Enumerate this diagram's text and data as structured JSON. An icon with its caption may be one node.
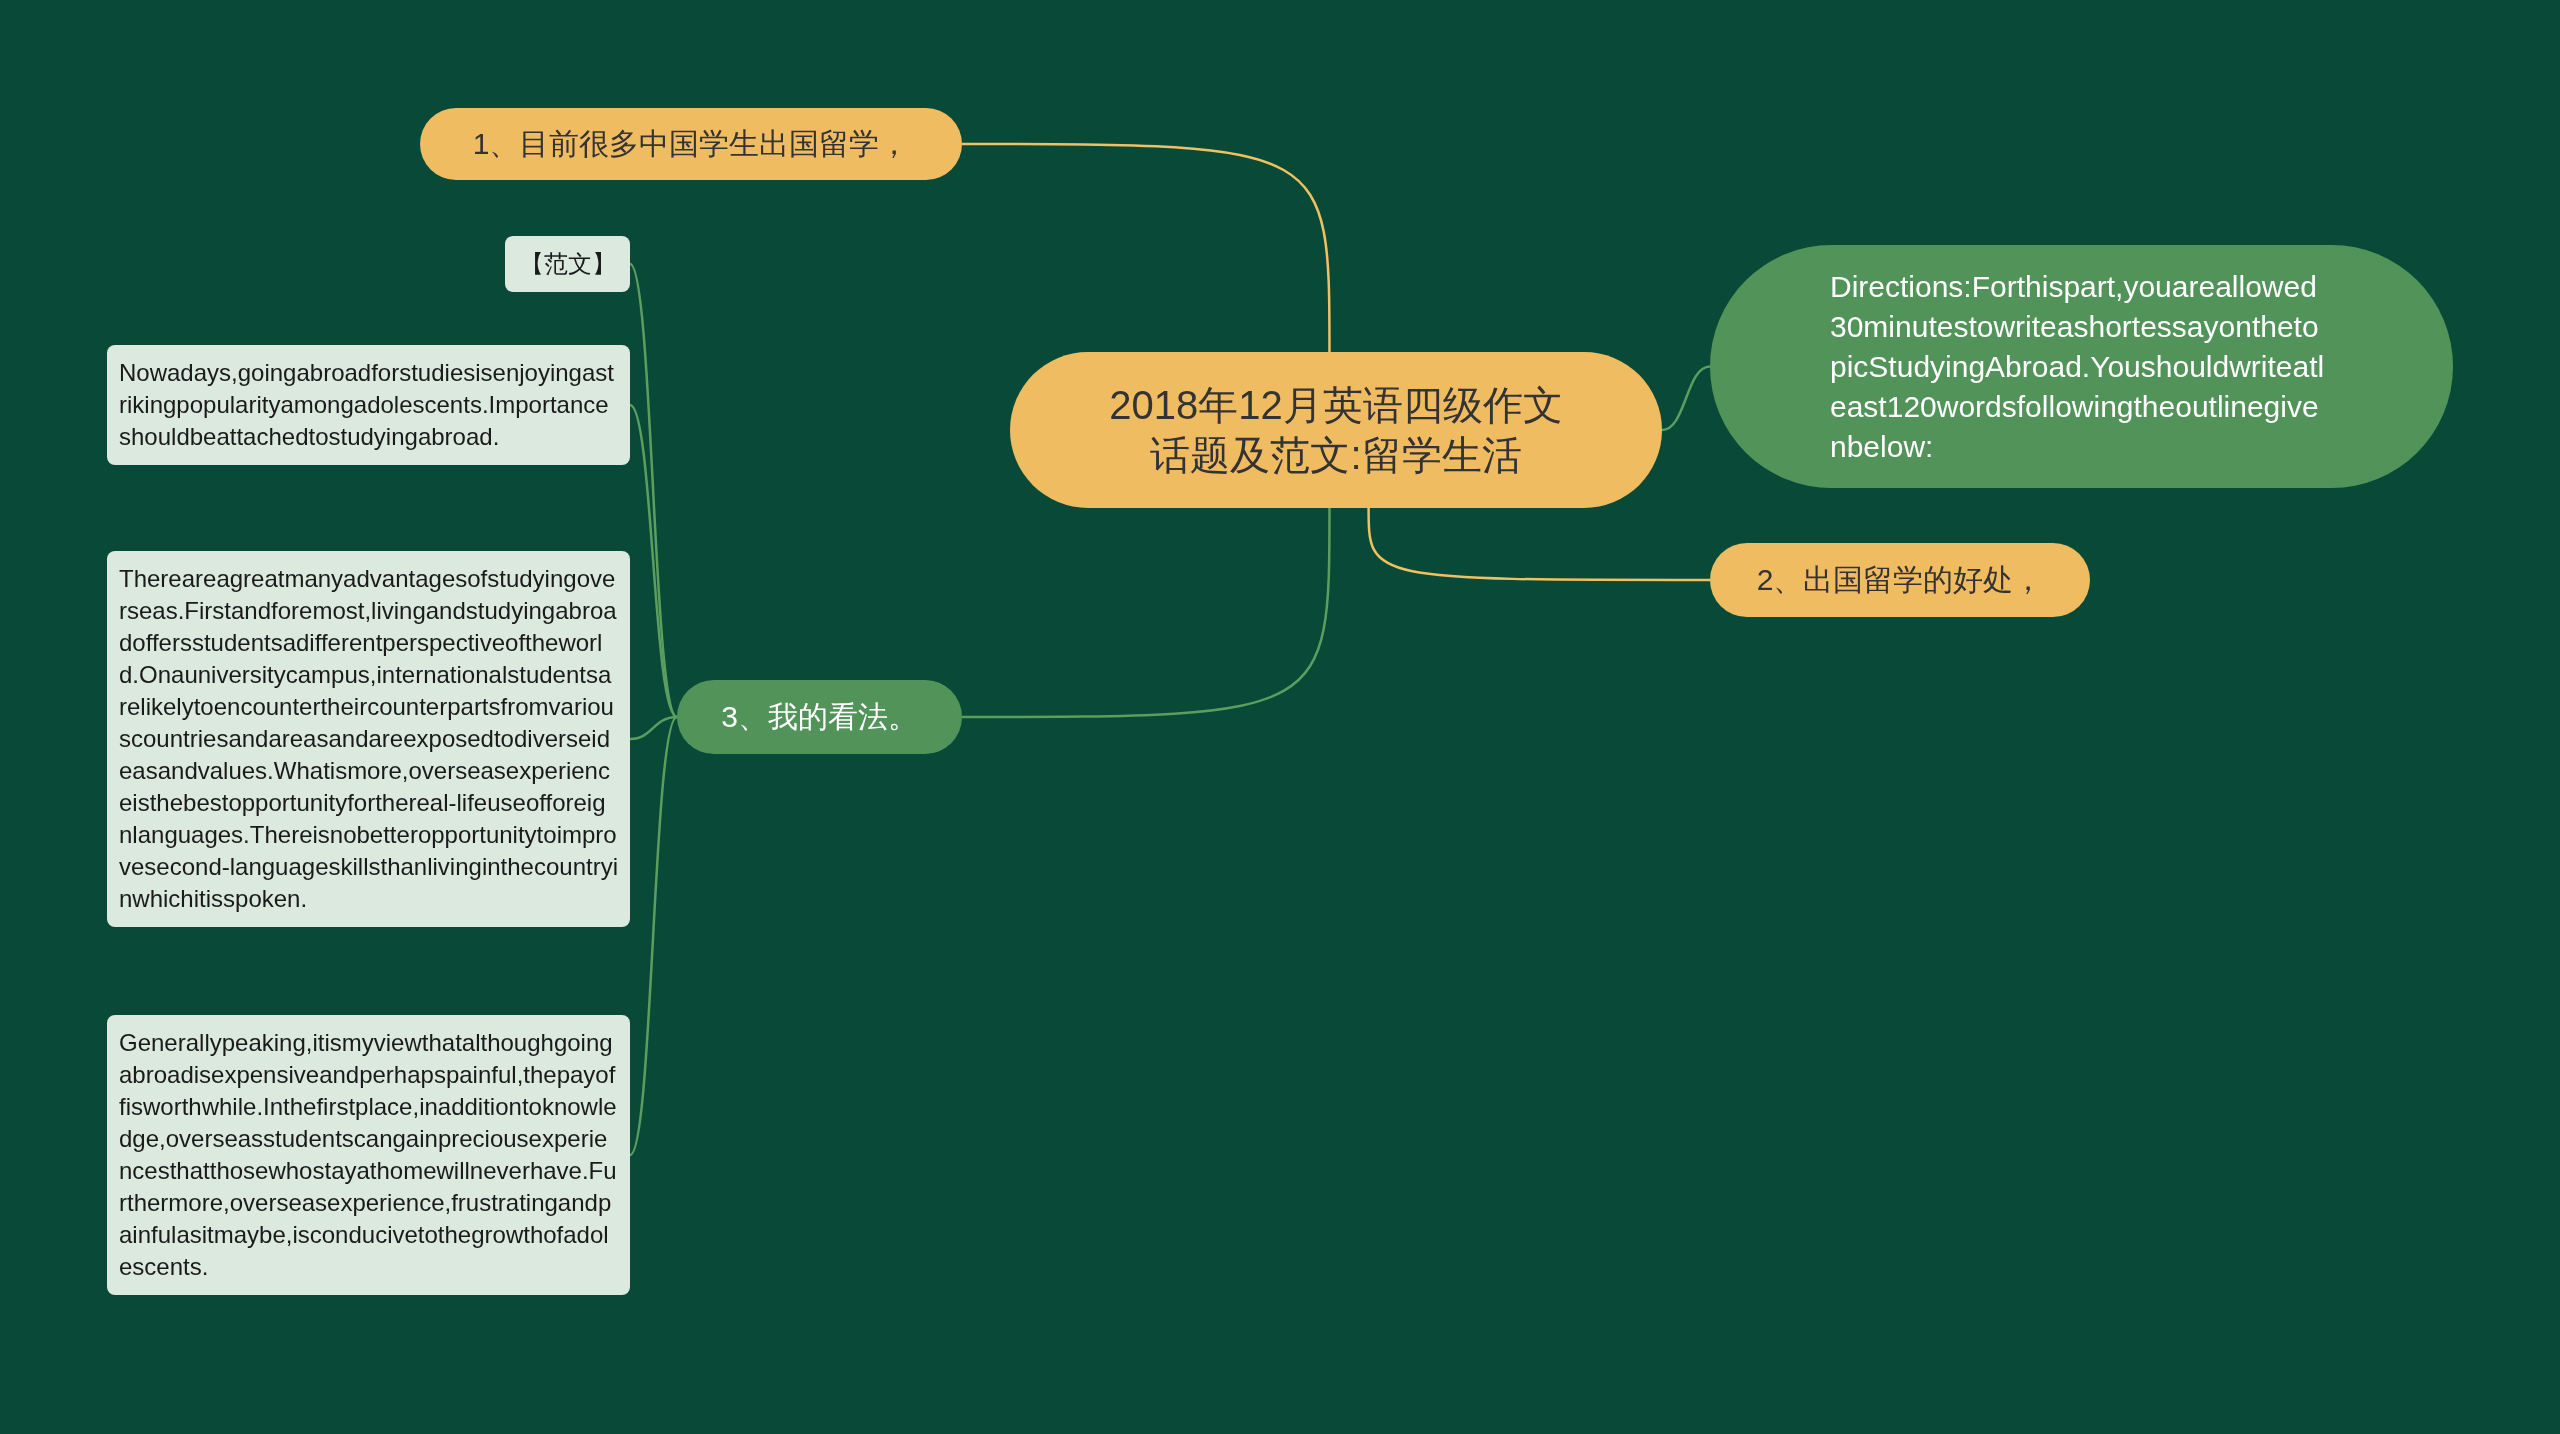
{
  "diagram": {
    "nodes": [
      {
        "text": [
          "2018年12月英语四级作文话题及范文:留学生活"
        ]
      },
      {
        "text": [
          "1、目前很多中国学生出国留学，"
        ]
      },
      {
        "text": [
          "Directions:Forthispart,youareallowed30minutestowriteashortessayonthetopicStudyingAbroad.Youshouldwriteatleast120wordsfollowingtheoutlinegivenbelow:"
        ]
      },
      {
        "text": [
          "2、出国留学的好处，"
        ]
      },
      {
        "text": [
          "3、我的看法。"
        ]
      },
      {
        "text": [
          "【范文】"
        ]
      },
      {
        "text": [
          "Nowadays,goingabroadforstudiesisenjoyingastrikingpopularityamongadolescents.Importanceshouldbeattachedtostudyingabroad."
        ]
      },
      {
        "text": [
          "Thereareagreatmanyadvantagesofstudyingoverseas.Firstandforemost,livingandstudyingabroadoffersstudentsadifferentperspectiveoftheworld.Onauniversitycampus,internationalstudentsarelikelytoencountertheircounterpartsfromvariouscountriesandareasandareexposedtodiverseideasandvalues.Whatismore,overseasexperienceisthebestopportunityforthereal-lifeuseofforeignlanguages.Thereisnobetteropportunitytoimprovesecond-languageskillsthanlivinginthecountryinwhichitisspoken."
        ]
      },
      {
        "text": [
          "Generallypeaking,itismyviewthatalthoughgoingabroadisexpensiveandperhapspainful,thepayoffisworthwhile.Inthefirstplace,inadditiontoknowledge,overseasstudentscangainpreciousexperiencesthatthosewhostayathomewillneverhave.Furthermore,overseasexperience,frustratingandpainfulasitmaybe,isconducivetothegrowthofadolescents."
        ]
      }
    ],
    "edges": [
      {
        "from": 0,
        "to": 1,
        "arrow": "none",
        "color": "#f0c062"
      },
      {
        "from": 0,
        "to": 2,
        "arrow": "none"
      },
      {
        "from": 0,
        "to": 3,
        "arrow": "none",
        "color": "#f0c062"
      },
      {
        "from": 0,
        "to": 4,
        "arrow": "none"
      },
      {
        "from": 4,
        "to": 5,
        "arrow": "none"
      },
      {
        "from": 4,
        "to": 6,
        "arrow": "none"
      },
      {
        "from": 4,
        "to": 7,
        "arrow": "none"
      },
      {
        "from": 4,
        "to": 8,
        "arrow": "none"
      }
    ]
  }
}
